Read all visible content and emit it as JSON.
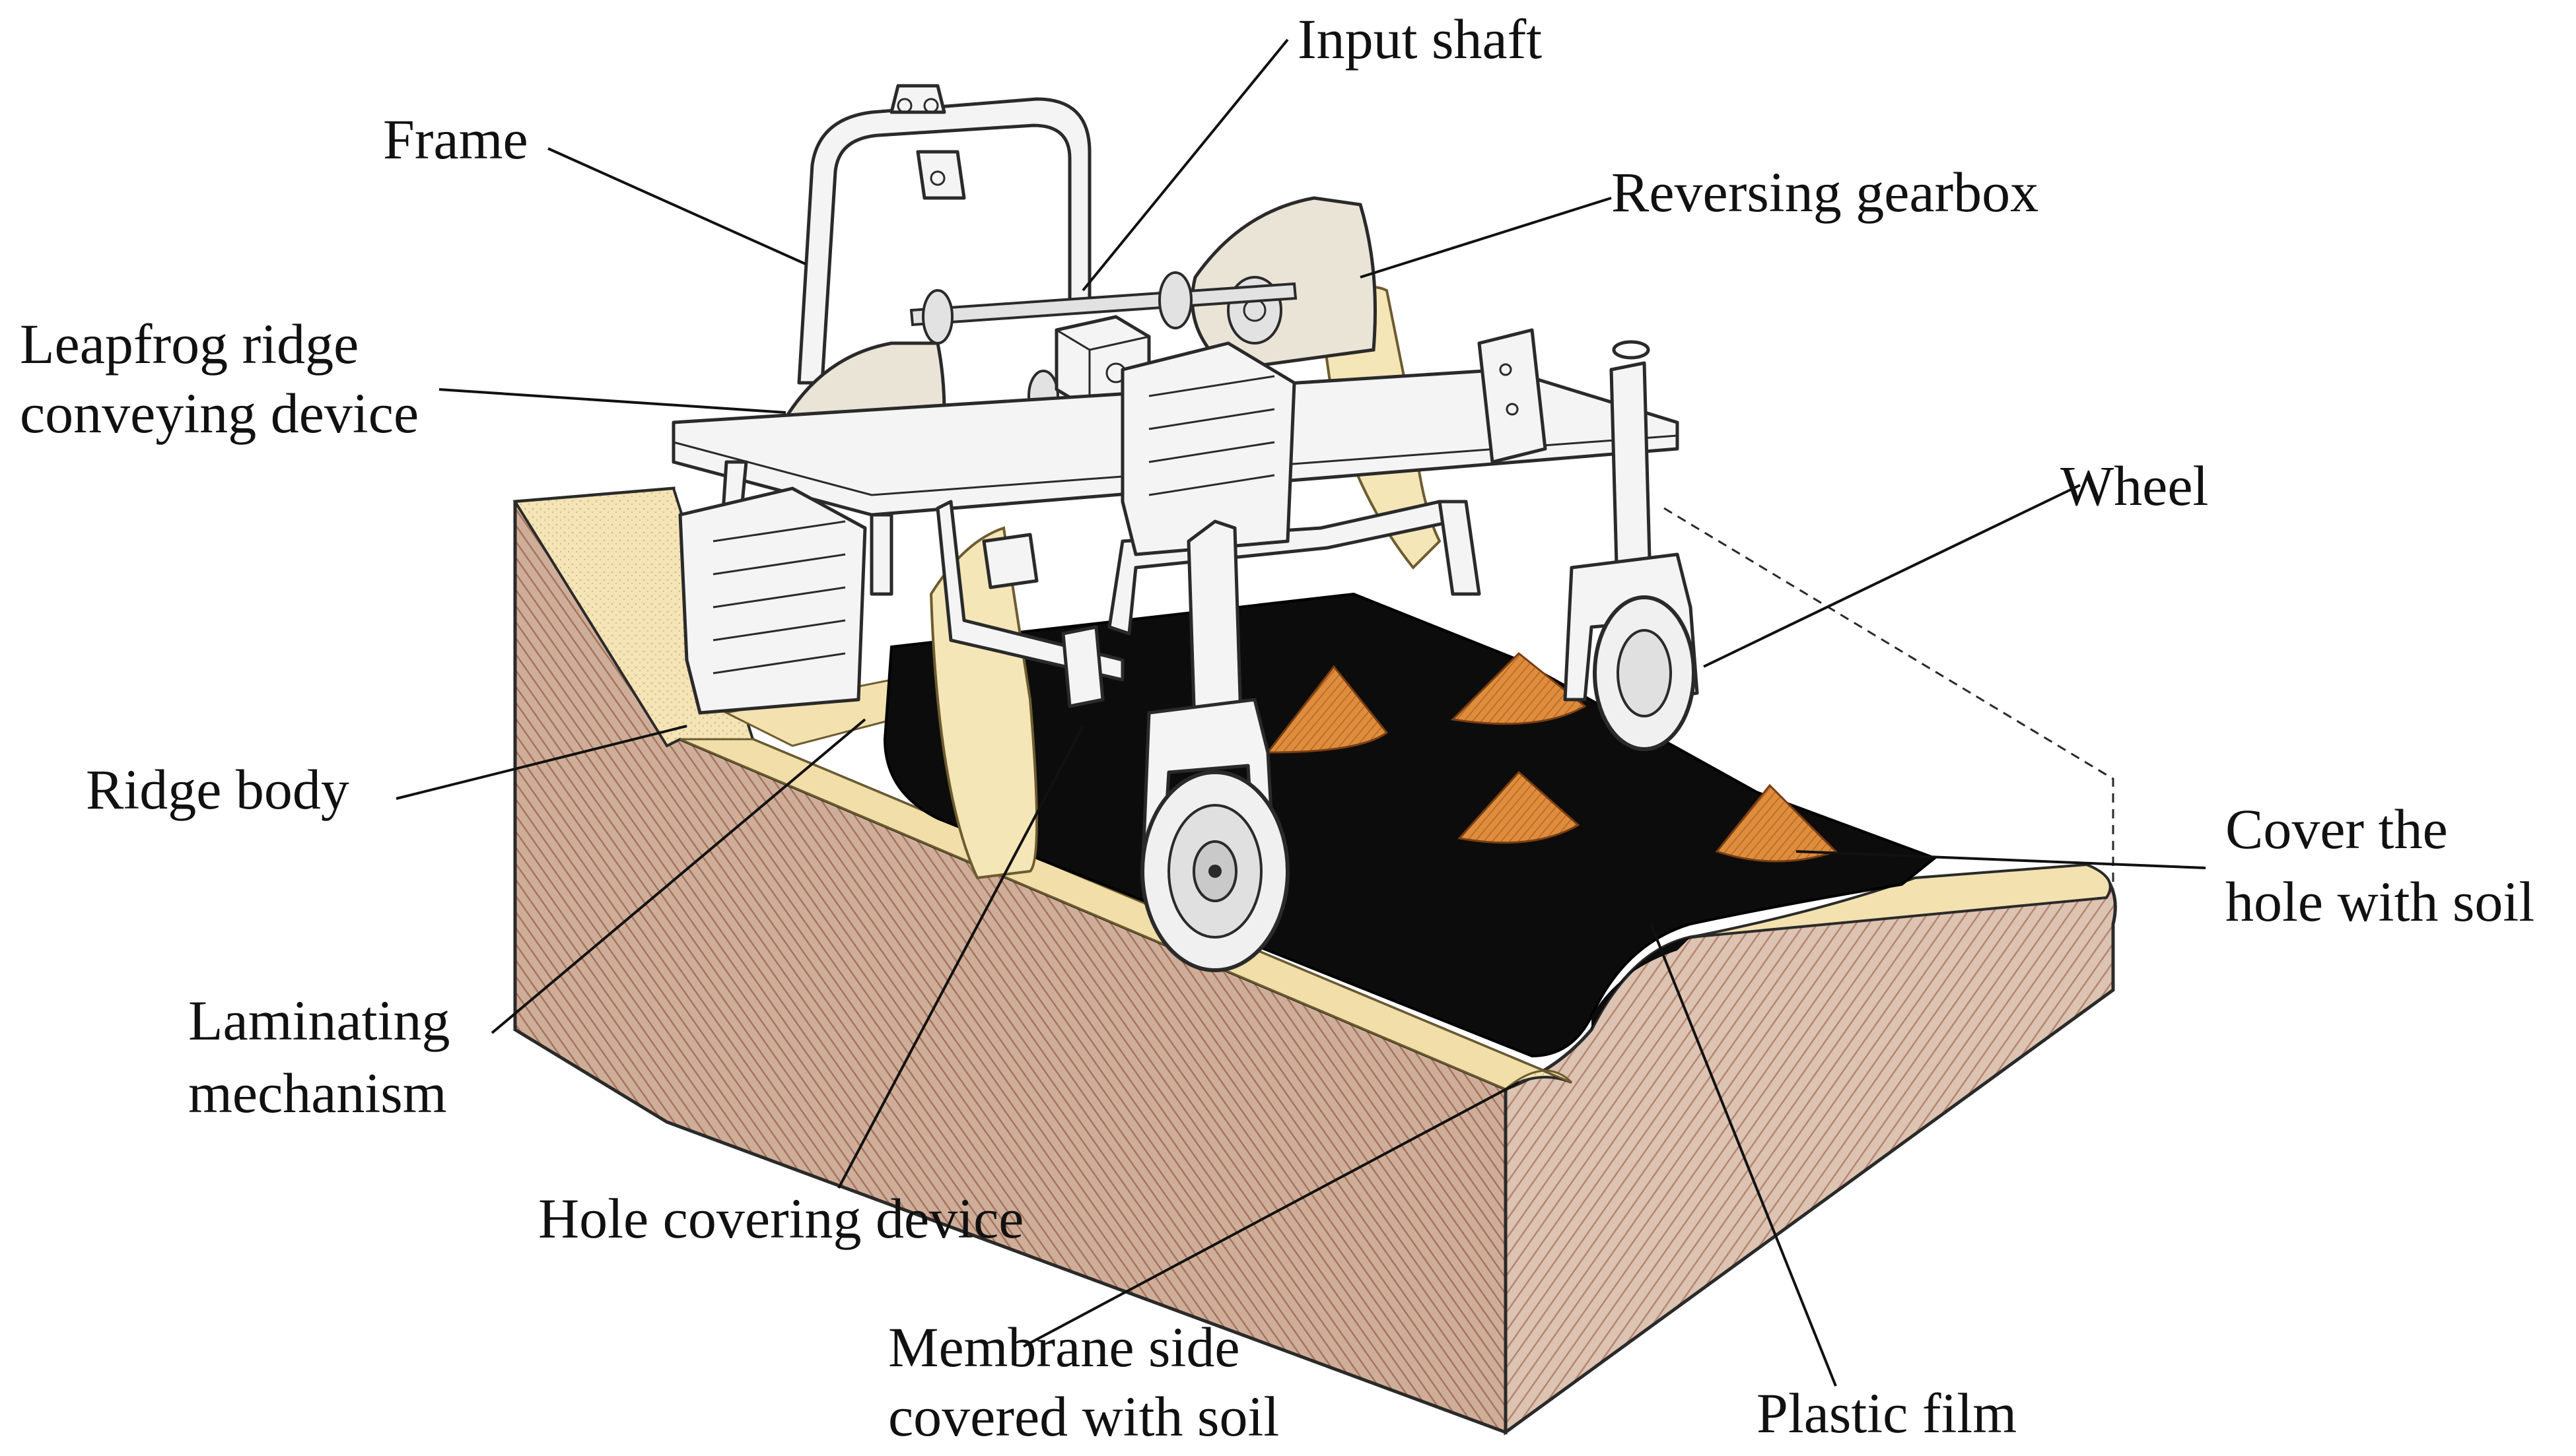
{
  "diagram": {
    "labels": {
      "frame": "Frame",
      "input_shaft": "Input shaft",
      "reversing_gearbox": "Reversing gearbox",
      "leapfrog_line1": "Leapfrog ridge",
      "leapfrog_line2": "conveying device",
      "wheel": "Wheel",
      "ridge_body": "Ridge body",
      "cover_line1": "Cover the",
      "cover_line2": "hole with soil",
      "laminating_line1": "Laminating",
      "laminating_line2": "mechanism",
      "hole_covering": "Hole covering device",
      "membrane_line1": "Membrane side",
      "membrane_line2": "covered with soil",
      "plastic_film": "Plastic film"
    },
    "colors": {
      "soil": "#d9bfae",
      "soil_hatch": "#b07a62",
      "ridge_top": "#f3e2b0",
      "plastic_film": "#0c0c0c",
      "soil_mound": "#d98a3a",
      "metal": "#f4f4f4",
      "line": "#2a2a2a"
    }
  }
}
